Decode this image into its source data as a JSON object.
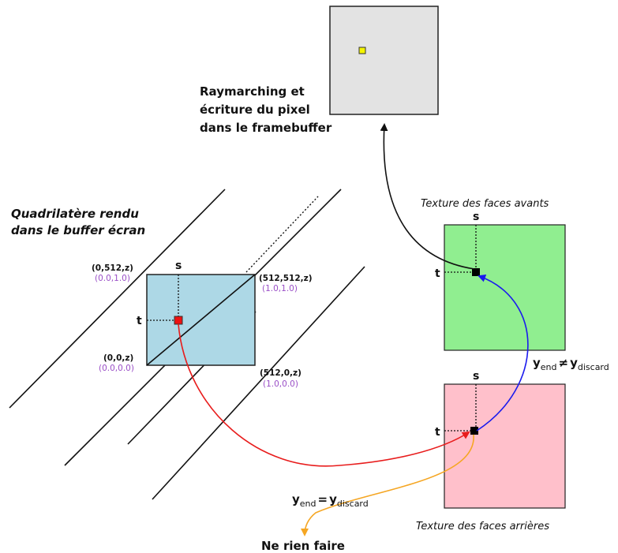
{
  "framebuffer": {
    "caption_lines": [
      "Raymarching et",
      "écriture du pixel",
      "dans le framebuffer"
    ],
    "fill": "#e3e3e3",
    "pixel_color": "#f5f500"
  },
  "screen_quad": {
    "caption_lines": [
      "Quadrilatère rendu",
      "dans le buffer écran"
    ],
    "fill": "#add8e6",
    "corners": {
      "top_left": {
        "pos": "(0,512,z)",
        "uv": "(0.0,1.0)"
      },
      "top_right": {
        "pos": "(512,512,z)",
        "uv": "(1.0,1.0)"
      },
      "bottom_left": {
        "pos": "(0,0,z)",
        "uv": "(0.0,0.0)"
      },
      "bottom_right": {
        "pos": "(512,0,z)",
        "uv": "(1.0,0.0)"
      }
    },
    "s_label": "s",
    "t_label": "t",
    "pixel_color": "#ee1111"
  },
  "front_texture": {
    "caption": "Texture des faces avants",
    "fill": "#90ee90",
    "s_label": "s",
    "t_label": "t"
  },
  "back_texture": {
    "caption": "Texture des faces arrières",
    "fill": "#ffc0cb",
    "s_label": "s",
    "t_label": "t"
  },
  "condition_not_equal": {
    "lhs": "y",
    "lhs_sub": "end",
    "op": "≠",
    "rhs": "y",
    "rhs_sub": "discard"
  },
  "condition_equal": {
    "lhs": "y",
    "lhs_sub": "end",
    "op": "=",
    "rhs": "y",
    "rhs_sub": "discard"
  },
  "do_nothing": "Ne rien faire",
  "arrow_colors": {
    "red": "#e81c1c",
    "blue": "#1a1aee",
    "black": "#111111",
    "orange": "#f5a623"
  }
}
